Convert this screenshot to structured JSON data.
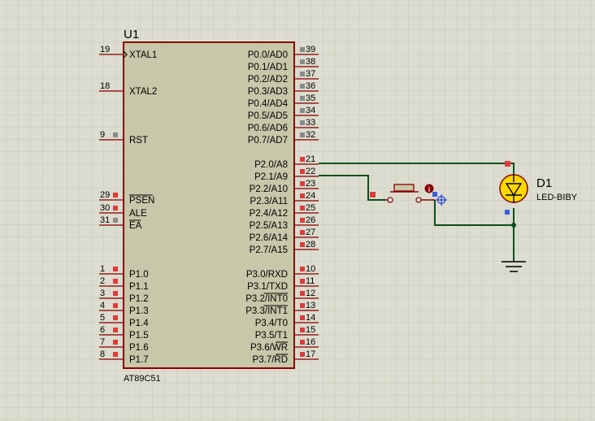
{
  "component": {
    "ref": "U1",
    "part": "AT89C51",
    "colors": {
      "body_fill": "#c7c7a9",
      "body_stroke": "#8b0000",
      "wire": "#0b4f1a",
      "grid": "#c8c8b8",
      "background": "#dcdcd0"
    }
  },
  "left_pins": [
    {
      "num": "19",
      "name": "XTAL1"
    },
    {
      "num": "18",
      "name": "XTAL2"
    },
    {
      "num": "9",
      "name": "RST"
    },
    {
      "num": "29",
      "name": "PSEN"
    },
    {
      "num": "30",
      "name": "ALE"
    },
    {
      "num": "31",
      "name": "EA"
    },
    {
      "num": "1",
      "name": "P1.0"
    },
    {
      "num": "2",
      "name": "P1.1"
    },
    {
      "num": "3",
      "name": "P1.2"
    },
    {
      "num": "4",
      "name": "P1.3"
    },
    {
      "num": "5",
      "name": "P1.4"
    },
    {
      "num": "6",
      "name": "P1.5"
    },
    {
      "num": "7",
      "name": "P1.6"
    },
    {
      "num": "8",
      "name": "P1.7"
    }
  ],
  "right_pins": [
    {
      "num": "39",
      "name": "P0.0/AD0"
    },
    {
      "num": "38",
      "name": "P0.1/AD1"
    },
    {
      "num": "37",
      "name": "P0.2/AD2"
    },
    {
      "num": "36",
      "name": "P0.3/AD3"
    },
    {
      "num": "35",
      "name": "P0.4/AD4"
    },
    {
      "num": "34",
      "name": "P0.5/AD5"
    },
    {
      "num": "33",
      "name": "P0.6/AD6"
    },
    {
      "num": "32",
      "name": "P0.7/AD7"
    },
    {
      "num": "21",
      "name": "P2.0/A8"
    },
    {
      "num": "22",
      "name": "P2.1/A9"
    },
    {
      "num": "23",
      "name": "P2.2/A10"
    },
    {
      "num": "24",
      "name": "P2.3/A11"
    },
    {
      "num": "25",
      "name": "P2.4/A12"
    },
    {
      "num": "26",
      "name": "P2.5/A13"
    },
    {
      "num": "27",
      "name": "P2.6/A14"
    },
    {
      "num": "28",
      "name": "P2.7/A15"
    },
    {
      "num": "10",
      "name": "P3.0/RXD"
    },
    {
      "num": "11",
      "name": "P3.1/TXD"
    },
    {
      "num": "12",
      "name": "P3.2/INT0"
    },
    {
      "num": "13",
      "name": "P3.3/INT1"
    },
    {
      "num": "14",
      "name": "P3.4/T0"
    },
    {
      "num": "15",
      "name": "P3.5/T1"
    },
    {
      "num": "16",
      "name": "P3.6/WR"
    },
    {
      "num": "17",
      "name": "P3.7/RD"
    }
  ],
  "led": {
    "ref": "D1",
    "part": "LED-BIBY"
  }
}
